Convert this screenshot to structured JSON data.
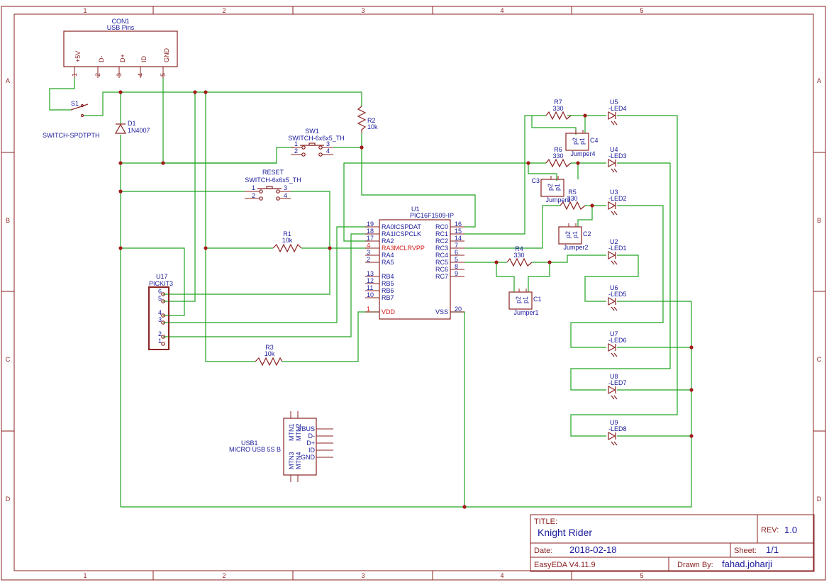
{
  "frame": {
    "columns": [
      "1",
      "2",
      "3",
      "4",
      "5"
    ],
    "rows": [
      "A",
      "B",
      "C",
      "D"
    ]
  },
  "title_block": {
    "title_label": "TITLE:",
    "title": "Knight Rider",
    "rev_label": "REV:",
    "rev": "1.0",
    "date_label": "Date:",
    "date": "2018-02-18",
    "sheet_label": "Sheet:",
    "sheet": "1/1",
    "tool": "EasyEDA V4.11.9",
    "drawn_label": "Drawn By:",
    "drawn_by": "fahad.joharji"
  },
  "components": {
    "con1": {
      "ref": "CON1",
      "value": "USB Pins",
      "pins": [
        "+5V",
        "D-",
        "D+",
        "ID",
        "GND"
      ],
      "pin_numbers": [
        "1",
        "2",
        "3",
        "4",
        "5"
      ]
    },
    "s1": {
      "ref": "S1",
      "value": "SWITCH-SPDTPTH"
    },
    "d1": {
      "ref": "D1",
      "value": "1N4007"
    },
    "r2": {
      "ref": "R2",
      "value": "10k"
    },
    "sw1": {
      "ref": "SW1",
      "value": "SWITCH-6x6x5_TH",
      "pins": [
        "1",
        "2",
        "3",
        "4"
      ]
    },
    "reset": {
      "ref": "RESET",
      "value": "SWITCH-6x6x5_TH",
      "pins": [
        "1",
        "2",
        "3",
        "4"
      ]
    },
    "r1": {
      "ref": "R1",
      "value": "10k"
    },
    "r3": {
      "ref": "R3",
      "value": "10k"
    },
    "u17": {
      "ref": "U17",
      "value": "PICKIT3",
      "pins": [
        "6",
        "5",
        "4",
        "3",
        "2",
        "1"
      ]
    },
    "u1": {
      "ref": "U1",
      "value": "PIC16F1509-IP",
      "left_pins": [
        {
          "num": "19",
          "name": "RA0ICSPDAT"
        },
        {
          "num": "18",
          "name": "RA1ICSPCLK"
        },
        {
          "num": "17",
          "name": "RA2"
        },
        {
          "num": "4",
          "name": "RA3MCLRVPP"
        },
        {
          "num": "3",
          "name": "RA4"
        },
        {
          "num": "2",
          "name": "RA5"
        },
        {
          "num": "13",
          "name": "RB4"
        },
        {
          "num": "12",
          "name": "RB5"
        },
        {
          "num": "11",
          "name": "RB6"
        },
        {
          "num": "10",
          "name": "RB7"
        },
        {
          "num": "1",
          "name": "VDD"
        }
      ],
      "right_pins": [
        {
          "num": "16",
          "name": "RC0"
        },
        {
          "num": "15",
          "name": "RC1"
        },
        {
          "num": "14",
          "name": "RC2"
        },
        {
          "num": "7",
          "name": "RC3"
        },
        {
          "num": "6",
          "name": "RC4"
        },
        {
          "num": "5",
          "name": "RC5"
        },
        {
          "num": "8",
          "name": "RC6"
        },
        {
          "num": "9",
          "name": "RC7"
        },
        {
          "num": "20",
          "name": "VSS"
        }
      ]
    },
    "usb1": {
      "ref": "USB1",
      "value": "MICRO USB 5S B",
      "mtn": [
        "MTN1",
        "MTN2",
        "MTN3",
        "MTN4"
      ],
      "pins": [
        "VBUS",
        "D-",
        "D+",
        "ID",
        "GND"
      ]
    },
    "resistors": [
      {
        "ref": "R7",
        "value": "330"
      },
      {
        "ref": "R6",
        "value": "330"
      },
      {
        "ref": "R5",
        "value": "330"
      },
      {
        "ref": "R4",
        "value": "330"
      }
    ],
    "jumpers": [
      {
        "ref": "C4",
        "value": "Jumper4",
        "p2": "p2",
        "p1": "p1"
      },
      {
        "ref": "C3",
        "value": "Jumper3",
        "p2": "p2",
        "p1": "p1"
      },
      {
        "ref": "C2",
        "value": "Jumper2",
        "p2": "p2",
        "p1": "p1"
      },
      {
        "ref": "C1",
        "value": "Jumper1",
        "p2": "p2",
        "p1": "p1"
      }
    ],
    "leds": [
      {
        "ref": "U5",
        "value": "-LED4"
      },
      {
        "ref": "U4",
        "value": "-LED3"
      },
      {
        "ref": "U3",
        "value": "-LED2"
      },
      {
        "ref": "U2",
        "value": "-LED1"
      },
      {
        "ref": "U6",
        "value": "-LED5"
      },
      {
        "ref": "U7",
        "value": "-LED6"
      },
      {
        "ref": "U8",
        "value": "-LED7"
      },
      {
        "ref": "U9",
        "value": "-LED8"
      }
    ]
  }
}
